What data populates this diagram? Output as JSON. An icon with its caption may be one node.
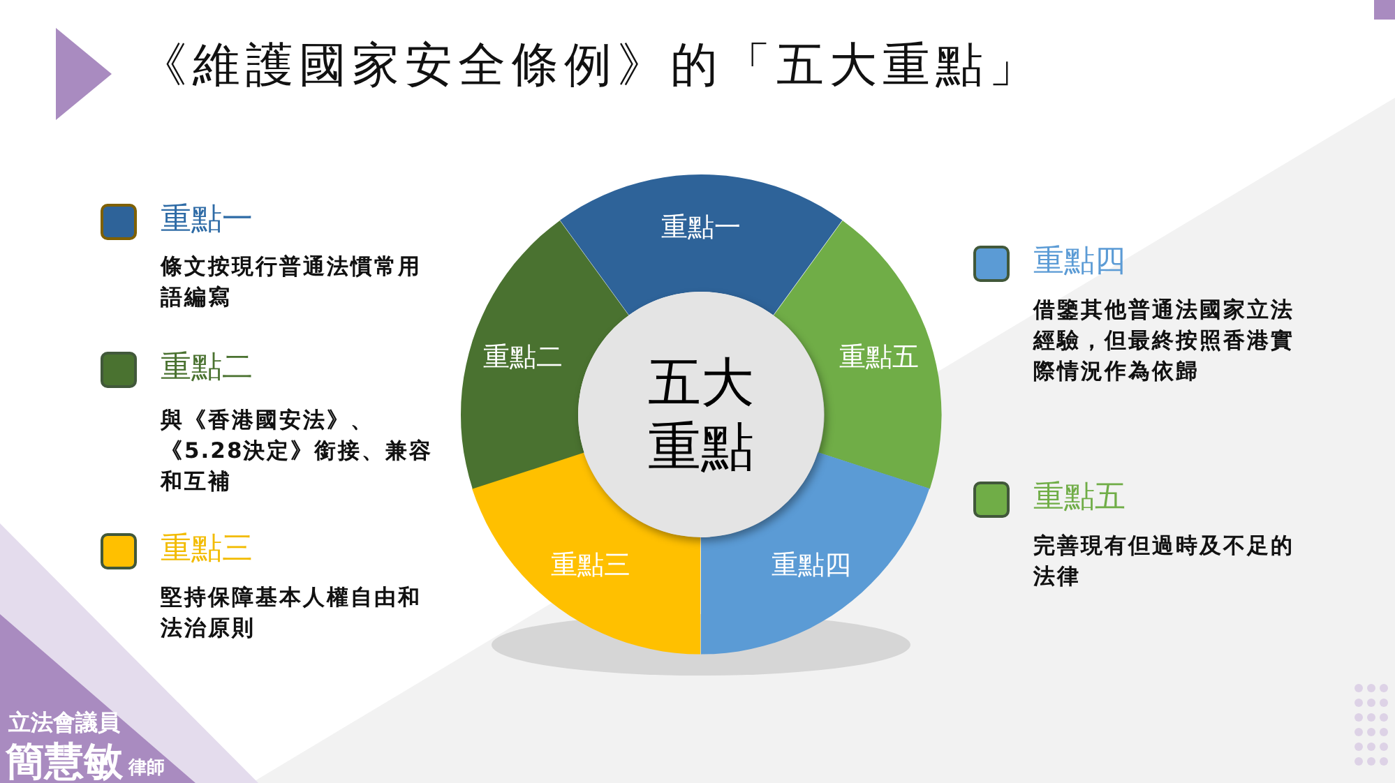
{
  "diagram": {
    "title": "《維護國家安全條例》的「五大重點」",
    "nodes": [
      {
        "text": [
          "五大重點"
        ]
      },
      {
        "text": [
          "重點一"
        ]
      },
      {
        "text": [
          "重點五"
        ]
      },
      {
        "text": [
          "重點四"
        ]
      },
      {
        "text": [
          "重點三"
        ]
      },
      {
        "text": [
          "重點二"
        ]
      }
    ],
    "legend": [
      {
        "text": "重點一",
        "color": "#2e6399"
      },
      {
        "text": "重點二",
        "color": "#4a7230"
      },
      {
        "text": "重點三",
        "color": "#ffc000"
      },
      {
        "text": "重點四",
        "color": "#5b9bd5"
      },
      {
        "text": "重點五",
        "color": "#70ad47"
      }
    ],
    "labels": [
      "條文按現行普通法慣常用語編寫",
      "與《香港國安法》、《5.28決定》銜接、兼容和互補",
      "堅持保障基本人權自由和法治原則",
      "借鑒其他普通法國家立法經驗，但最終按照香港實際情況作為依歸",
      "完善現有但過時及不足的法律",
      "立法會議員",
      "簡慧敏",
      "律師"
    ]
  }
}
